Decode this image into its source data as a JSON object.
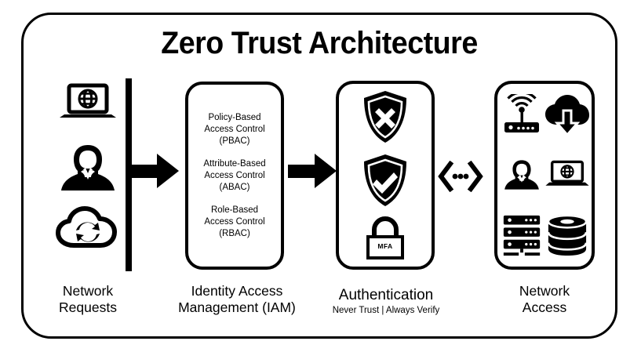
{
  "title": "Zero Trust Architecture",
  "theme": {
    "stroke": "#000000",
    "background": "#ffffff"
  },
  "columns": {
    "network_requests": {
      "caption_line1": "Network",
      "caption_line2": "Requests",
      "icons": [
        "laptop-globe-icon",
        "user-icon",
        "cloud-sync-icon"
      ]
    },
    "iam": {
      "caption_line1": "Identity Access",
      "caption_line2": "Management (IAM)",
      "items": [
        {
          "line1": "Policy-Based",
          "line2": "Access Control",
          "line3": "(PBAC)"
        },
        {
          "line1": "Attribute-Based",
          "line2": "Access Control",
          "line3": "(ABAC)"
        },
        {
          "line1": "Role-Based",
          "line2": "Access Control",
          "line3": "(RBAC)"
        }
      ]
    },
    "authentication": {
      "caption_main": "Authentication",
      "caption_sub": "Never Trust  |  Always Verify",
      "icons": [
        "shield-deny-icon",
        "shield-allow-icon",
        "padlock-mfa-icon"
      ],
      "lock_label": "MFA"
    },
    "network_access": {
      "caption_line1": "Network",
      "caption_line2": "Access",
      "icons": [
        "wifi-router-icon",
        "cloud-download-icon",
        "user-icon",
        "laptop-globe-icon",
        "server-rack-icon",
        "database-icon"
      ]
    }
  },
  "connectors": {
    "boundary_bar": "vertical-boundary-bar",
    "arrow_1": "arrow-requests-to-iam",
    "arrow_2": "arrow-iam-to-authentication",
    "bidirectional": "bidirectional-dotted-connector"
  }
}
